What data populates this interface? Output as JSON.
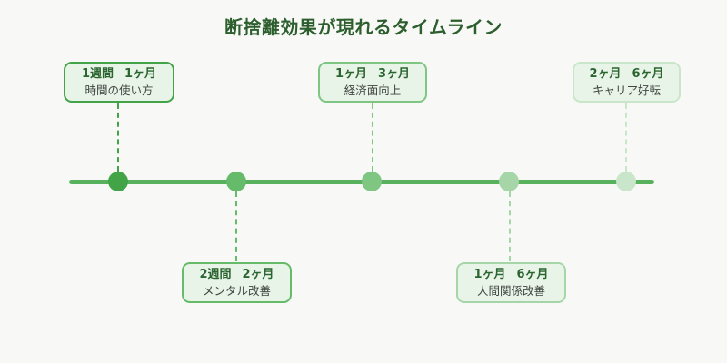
{
  "title": "断捨離効果が現れるタイムライン",
  "colors": {
    "background": "#f8f9f7",
    "title_text": "#2d5f2e",
    "timeline_line": "#58b25d",
    "card_fill": "#e9f4e9",
    "card_heading_text": "#2b6530",
    "card_label_text": "#404540",
    "milestone_colors": [
      "#42a447",
      "#66bb6a",
      "#7ec682",
      "#a6d6a8",
      "#c9e6ca"
    ]
  },
  "timeline": {
    "milestones": [
      {
        "time_from": "1週間",
        "time_to": "1ヶ月",
        "label": "時間の使い方",
        "side": "top"
      },
      {
        "time_from": "2週間",
        "time_to": "2ヶ月",
        "label": "メンタル改善",
        "side": "bottom"
      },
      {
        "time_from": "1ヶ月",
        "time_to": "3ヶ月",
        "label": "経済面向上",
        "side": "top"
      },
      {
        "time_from": "1ヶ月",
        "time_to": "6ヶ月",
        "label": "人間関係改善",
        "side": "bottom"
      },
      {
        "time_from": "2ヶ月",
        "time_to": "6ヶ月",
        "label": "キャリア好転",
        "side": "top"
      }
    ]
  }
}
